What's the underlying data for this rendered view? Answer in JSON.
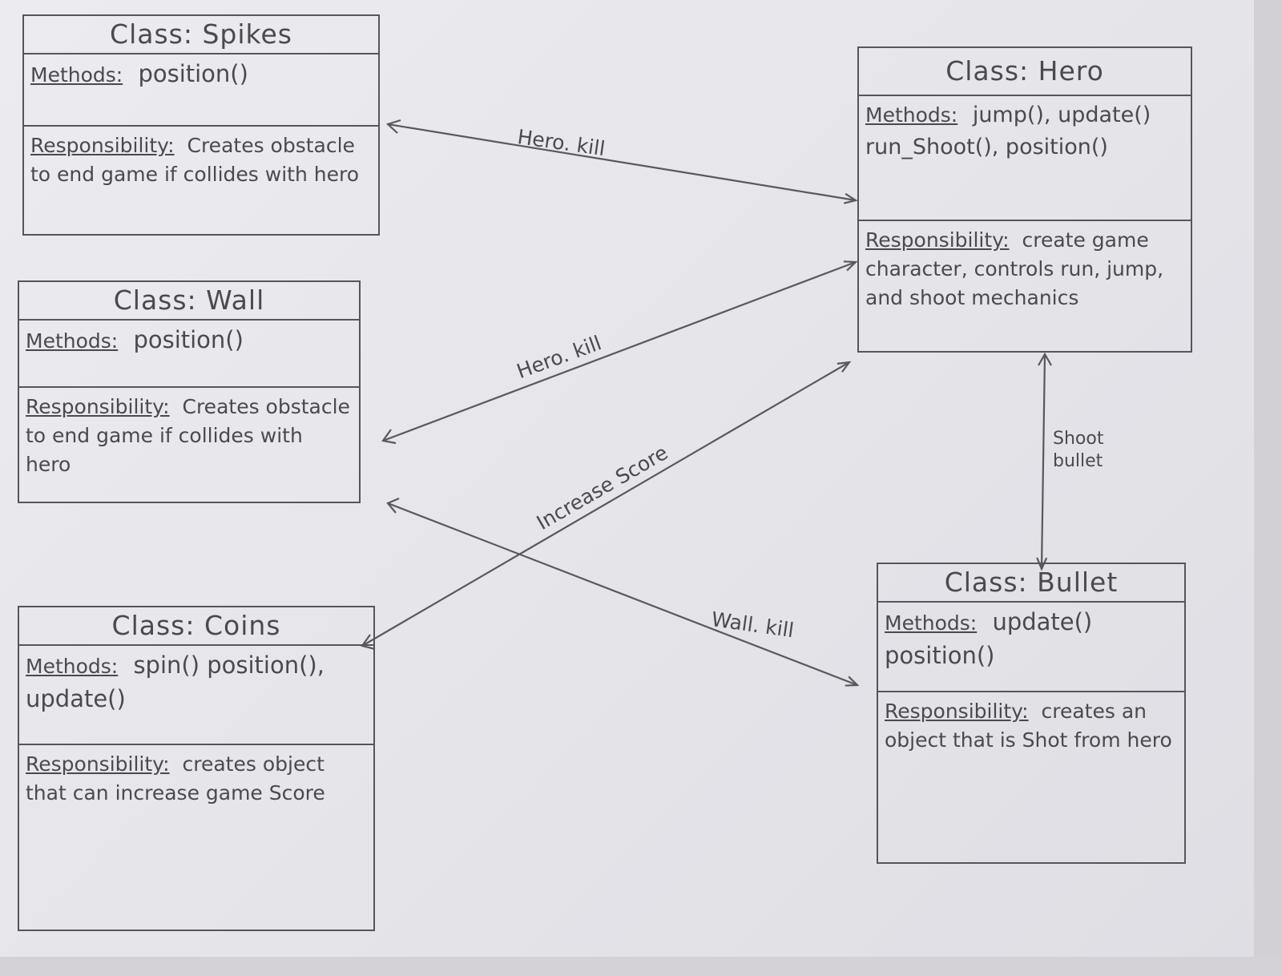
{
  "classes": {
    "spikes": {
      "title": "Class: Spikes",
      "methods_label": "Methods:",
      "methods": "position()",
      "resp_label": "Responsibility:",
      "resp": "Creates obstacle to end game if collides with hero"
    },
    "wall": {
      "title": "Class: Wall",
      "methods_label": "Methods:",
      "methods": "position()",
      "resp_label": "Responsibility:",
      "resp": "Creates obstacle to end game if collides with hero"
    },
    "coins": {
      "title": "Class: Coins",
      "methods_label": "Methods:",
      "methods": "spin() position(), update()",
      "resp_label": "Responsibility:",
      "resp": "creates object that can increase game Score"
    },
    "hero": {
      "title": "Class: Hero",
      "methods_label": "Methods:",
      "methods": "jump(), update() run_Shoot(), position()",
      "resp_label": "Responsibility:",
      "resp": "create game character, controls run, jump, and shoot mechanics"
    },
    "bullet": {
      "title": "Class: Bullet",
      "methods_label": "Methods:",
      "methods": "update() position()",
      "resp_label": "Responsibility:",
      "resp": "creates an object that is Shot from hero"
    }
  },
  "relations": [
    {
      "from": "hero",
      "to": "spikes",
      "label": "Hero. kill"
    },
    {
      "from": "hero",
      "to": "wall",
      "label": "Hero. kill"
    },
    {
      "from": "coins",
      "to": "hero",
      "label": "Increase Score"
    },
    {
      "from": "bullet",
      "to": "wall",
      "label": "Wall. kill"
    },
    {
      "from": "hero",
      "to": "bullet",
      "label": "Shoot bullet"
    }
  ]
}
